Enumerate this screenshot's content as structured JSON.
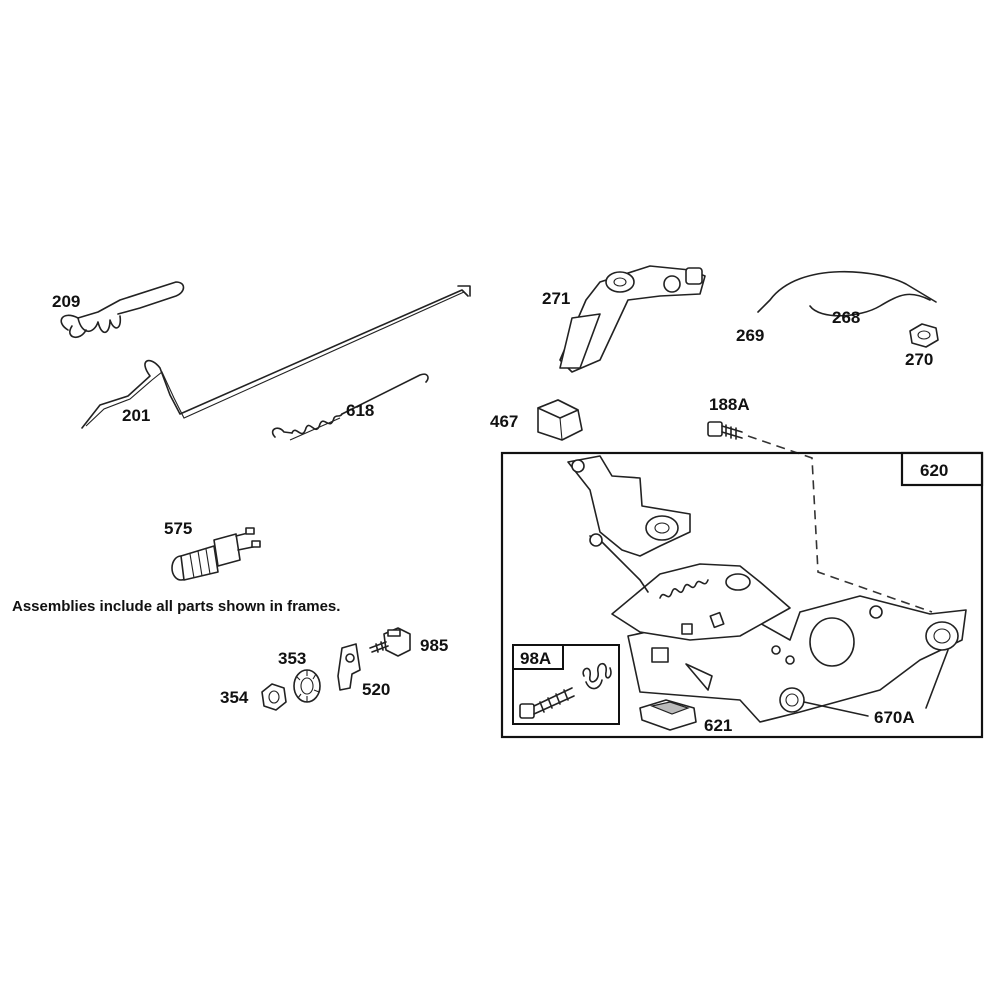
{
  "note": "Assemblies include all parts shown in frames.",
  "parts": {
    "p209": "209",
    "p201": "201",
    "p618": "618",
    "p271": "271",
    "p268": "268",
    "p269": "269",
    "p270": "270",
    "p467": "467",
    "p188A": "188A",
    "p620": "620",
    "p575": "575",
    "p353": "353",
    "p354": "354",
    "p520": "520",
    "p985": "985",
    "p98A": "98A",
    "p621": "621",
    "p670A": "670A"
  }
}
